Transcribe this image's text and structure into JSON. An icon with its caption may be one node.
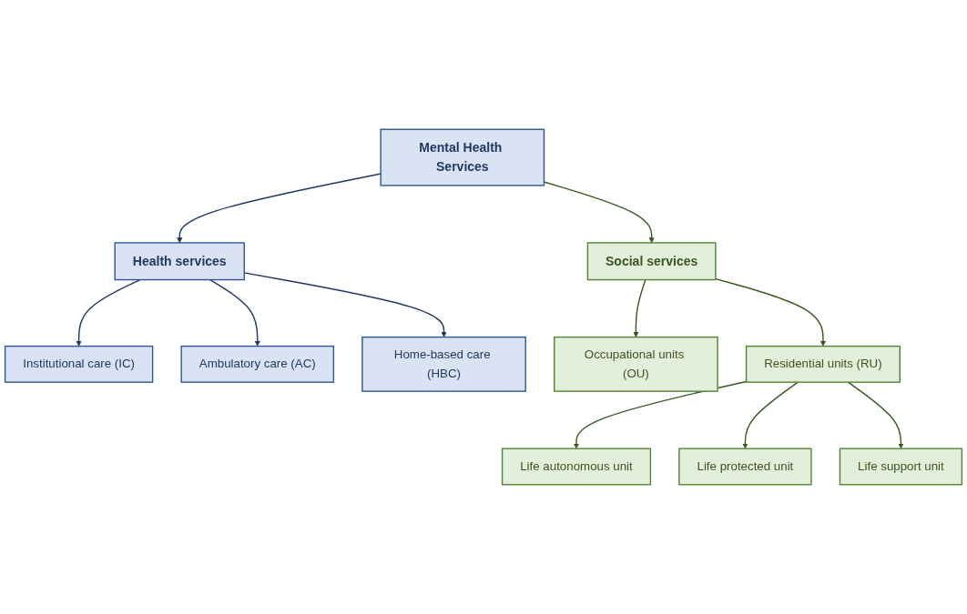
{
  "diagram": {
    "nodes": [
      {
        "text": [
          "Mental Health Services"
        ]
      },
      {
        "text": [
          "Health services"
        ]
      },
      {
        "text": [
          "Social services"
        ]
      },
      {
        "text": [
          "Institutional care (IC)"
        ]
      },
      {
        "text": [
          "Ambulatory care (AC)"
        ]
      },
      {
        "text": [
          "Home-based care (HBC)"
        ]
      },
      {
        "text": [
          "Occupational units (OU)"
        ]
      },
      {
        "text": [
          "Residential units (RU)"
        ]
      },
      {
        "text": [
          "Life autonomous unit"
        ]
      },
      {
        "text": [
          "Life protected unit"
        ]
      },
      {
        "text": [
          "Life support unit"
        ]
      }
    ],
    "edges": [
      {
        "from": 0,
        "to": 1,
        "arrow": "to",
        "color": "#203864"
      },
      {
        "from": 0,
        "to": 2,
        "arrow": "to"
      },
      {
        "from": 1,
        "to": 3,
        "arrow": "to",
        "color": "#203864"
      },
      {
        "from": 1,
        "to": 4,
        "arrow": "to",
        "color": "#203864"
      },
      {
        "from": 1,
        "to": 5,
        "arrow": "to",
        "color": "#203864"
      },
      {
        "from": 2,
        "to": 6,
        "arrow": "to"
      },
      {
        "from": 2,
        "to": 7,
        "arrow": "to"
      },
      {
        "from": 7,
        "to": 8,
        "arrow": "to"
      },
      {
        "from": 7,
        "to": 9,
        "arrow": "to"
      },
      {
        "from": 7,
        "to": 10,
        "arrow": "to"
      }
    ]
  }
}
